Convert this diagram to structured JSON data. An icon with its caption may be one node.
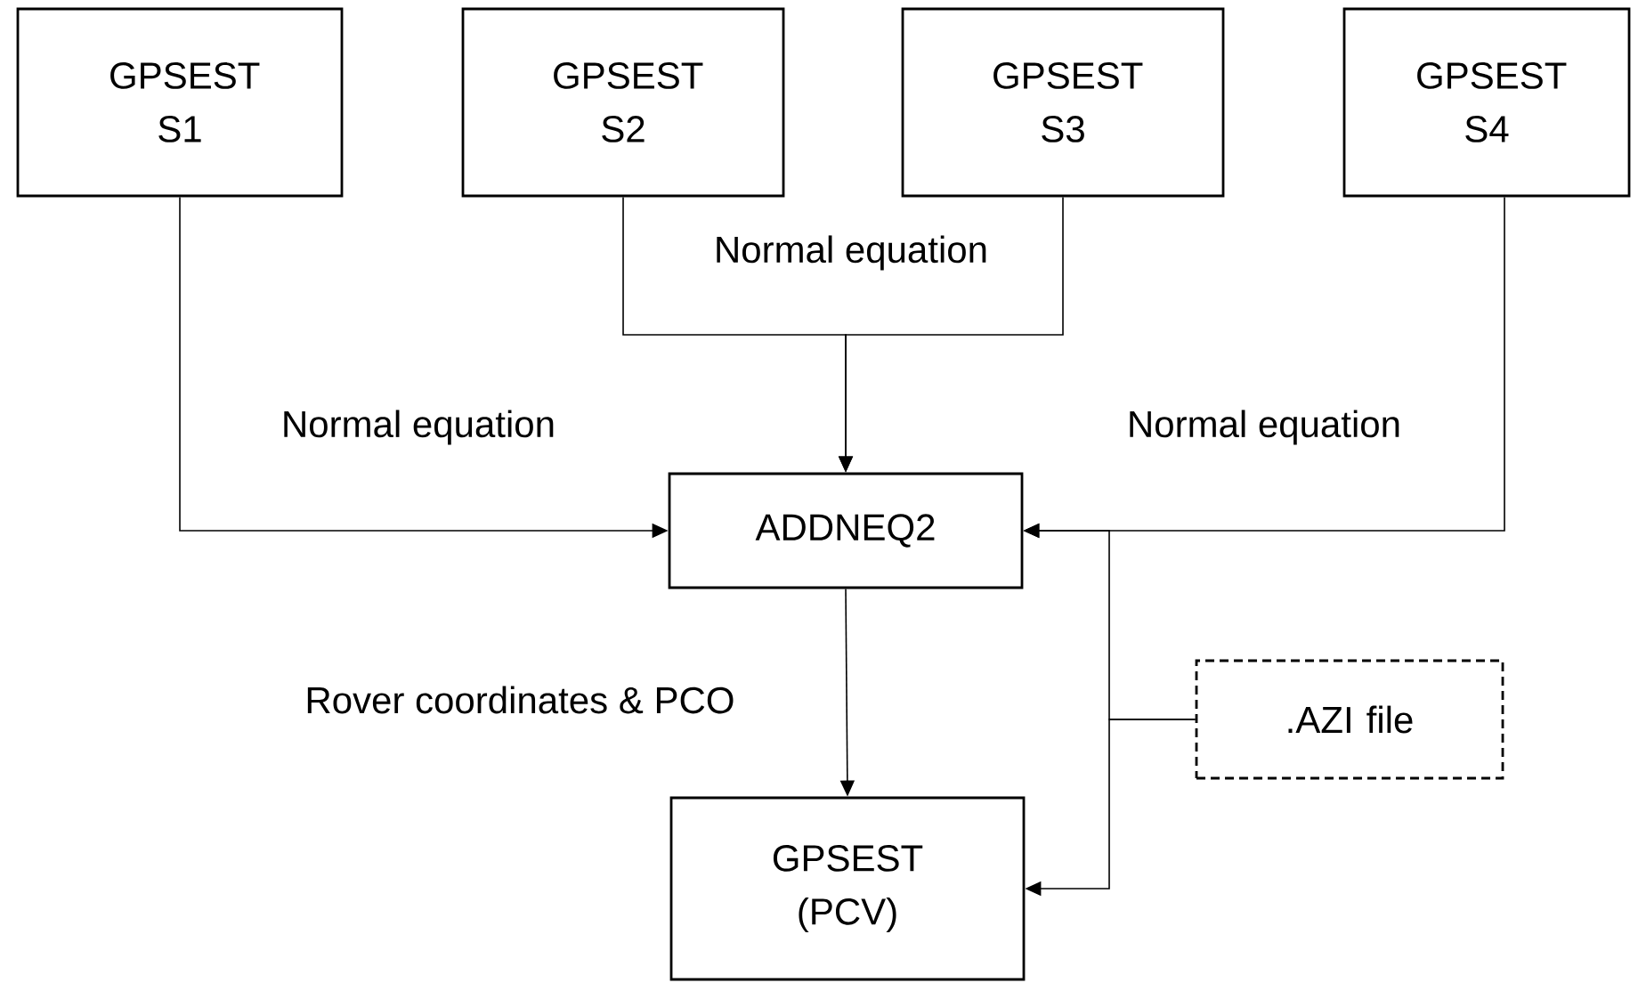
{
  "diagram": {
    "nodes": [
      {
        "text": [
          "GPSEST S1"
        ]
      },
      {
        "text": [
          "GPSEST S2"
        ]
      },
      {
        "text": [
          "GPSEST S3"
        ]
      },
      {
        "text": [
          "GPSEST S4"
        ]
      },
      {
        "text": [
          "ADDNEQ2"
        ]
      },
      {
        "text": [
          "GPSEST (PCV)"
        ]
      },
      {
        "text": [
          ".AZI file"
        ]
      }
    ],
    "edges": [
      {
        "from": 0,
        "to": 4,
        "arrow": "to",
        "label": "Normal equation"
      },
      {
        "from": 1,
        "to": 4,
        "arrow": "to",
        "label": "Normal equation"
      },
      {
        "from": 2,
        "to": 4,
        "arrow": "to"
      },
      {
        "from": 3,
        "to": 4,
        "arrow": "to",
        "label": "Normal equation"
      },
      {
        "from": 4,
        "to": 5,
        "arrow": "to",
        "label": "Rover coordinates & PCO"
      },
      {
        "from": 6,
        "to": 4,
        "arrow": "to"
      },
      {
        "from": 6,
        "to": 5,
        "arrow": "to"
      }
    ]
  }
}
